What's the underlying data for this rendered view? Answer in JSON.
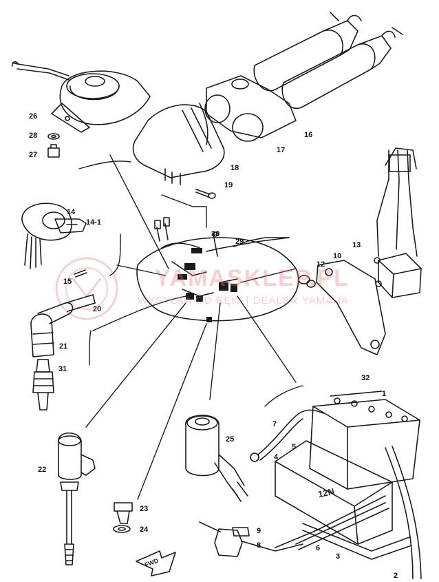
{
  "labels": {
    "p1": "1",
    "p2": "2",
    "p3": "3",
    "p4": "4",
    "p5": "5",
    "p6": "6",
    "p7": "7",
    "p8": "8",
    "p9": "9",
    "p10": "10",
    "p12": "12",
    "p13": "13",
    "p14": "14",
    "p14_1": "14-1",
    "p15": "15",
    "p16": "16",
    "p17": "17",
    "p18": "18",
    "p19": "19",
    "p20": "20",
    "p21": "21",
    "p22": "22",
    "p23": "23",
    "p24": "24",
    "p25": "25",
    "p26": "26",
    "p27": "27",
    "p28": "28",
    "p29": "29",
    "p30": "30",
    "p31": "31",
    "p32": "32"
  },
  "battery": {
    "model": "12N"
  },
  "fwd": "FWD",
  "watermark": {
    "brand": "YAMASKLEP.PL",
    "tagline": "WYSYŁKA OD RĘKI | DEALER YAMAHA"
  },
  "colors": {
    "line": "#1a1a1a",
    "watermark": "#e87a7a",
    "background": "#ffffff"
  }
}
